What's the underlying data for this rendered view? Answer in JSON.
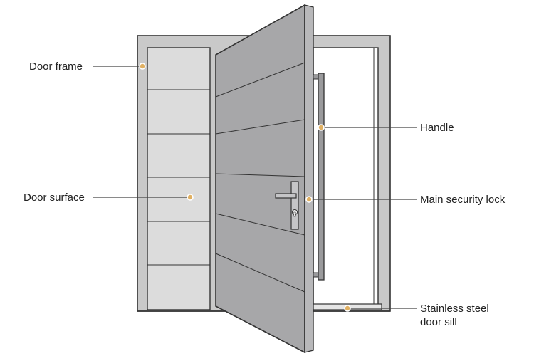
{
  "labels": {
    "door_frame": "Door frame",
    "door_surface": "Door surface",
    "handle": "Handle",
    "main_security_lock": "Main security lock",
    "sill_line1": "Stainless steel",
    "sill_line2": "door sill"
  },
  "colors": {
    "outline": "#333333",
    "frame_fill": "#c9c9c9",
    "panel_fill": "#dcdcdc",
    "door_face": "#a7a7a9",
    "door_edge": "#b8b8ba",
    "handle_bar": "#9a9a9c",
    "leader": "#444444",
    "dot_fill": "#e0b062"
  }
}
